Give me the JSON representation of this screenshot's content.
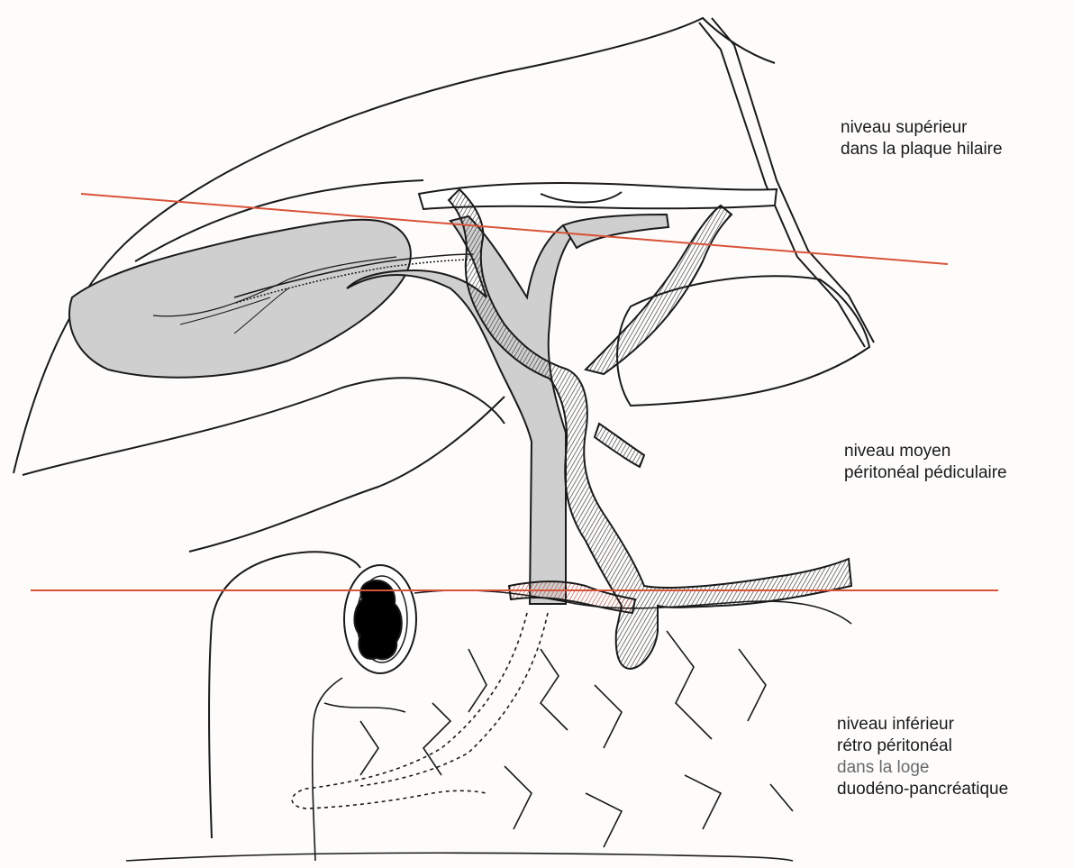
{
  "labels": {
    "superieur": [
      "niveau supérieur",
      "dans la plaque hilaire"
    ],
    "moyen": [
      "niveau moyen",
      "péritonéal pédiculaire"
    ],
    "inferieur": [
      "niveau inférieur",
      "rétro péritonéal",
      "dans la loge",
      "duodéno-pancréatique"
    ]
  },
  "colors": {
    "level_line": "#d9533a",
    "ink": "#1a1a1a",
    "gallbladder_fill": "#cfcfcf",
    "duodenum_lumen": "#000000"
  }
}
